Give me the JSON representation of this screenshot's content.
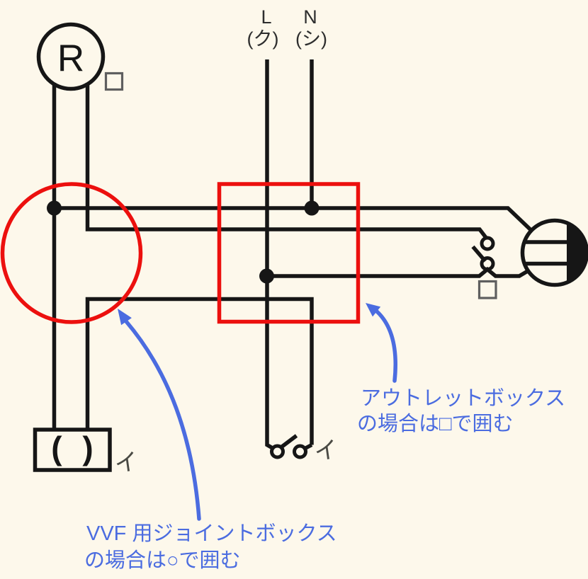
{
  "colors": {
    "background": "#FDF8EB",
    "wire": "#161616",
    "red": "#EC100E",
    "blue": "#4B6CE0",
    "gray": "#5F5F5F",
    "text": "#2E2E2E",
    "hand": "#4A4A44"
  },
  "source": {
    "l": "L",
    "l_kana": "(ク)",
    "n": "N",
    "n_kana": "(シ)"
  },
  "devices": {
    "lamp_receptacle_letter": "R",
    "ceiling_rose_parens": "( )",
    "ceiling_rose_circuit": "イ",
    "switch_circuit": "イ"
  },
  "notes": {
    "outlet_box_line1": "アウトレットボックス",
    "outlet_box_line2": "の場合は□で囲む",
    "joint_box_line1": "VVF 用ジョイントボックス",
    "joint_box_line2": "の場合は○で囲む"
  }
}
